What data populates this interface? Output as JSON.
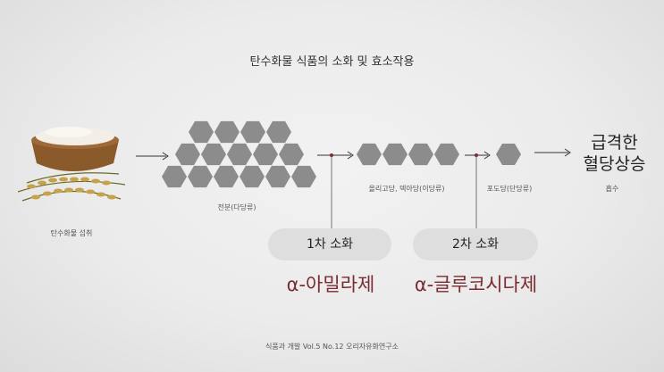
{
  "title": "탄수화물 식품의 소화 및 효소작용",
  "steps": {
    "intake_label": "탄수화물 섭취",
    "starch_label": "전분(다당류)",
    "oligo_label": "올리고당, 덱아당(이당류)",
    "glucose_label": "포도당(단당류)",
    "spike_line1": "급격한",
    "spike_line2": "혈당상승",
    "absorb_label": "흡수"
  },
  "digestion": {
    "first_label": "1차 소화",
    "second_label": "2차 소화",
    "first_enzyme": "α-아밀라제",
    "second_enzyme": "α-글루코시다제"
  },
  "footer": "식품과 개발 Vol.5 No.12 오리자유화연구소",
  "colors": {
    "hexagon": "#8c8c8c",
    "enzyme_text": "#7a2a30",
    "pill_bg": "#dedede"
  }
}
